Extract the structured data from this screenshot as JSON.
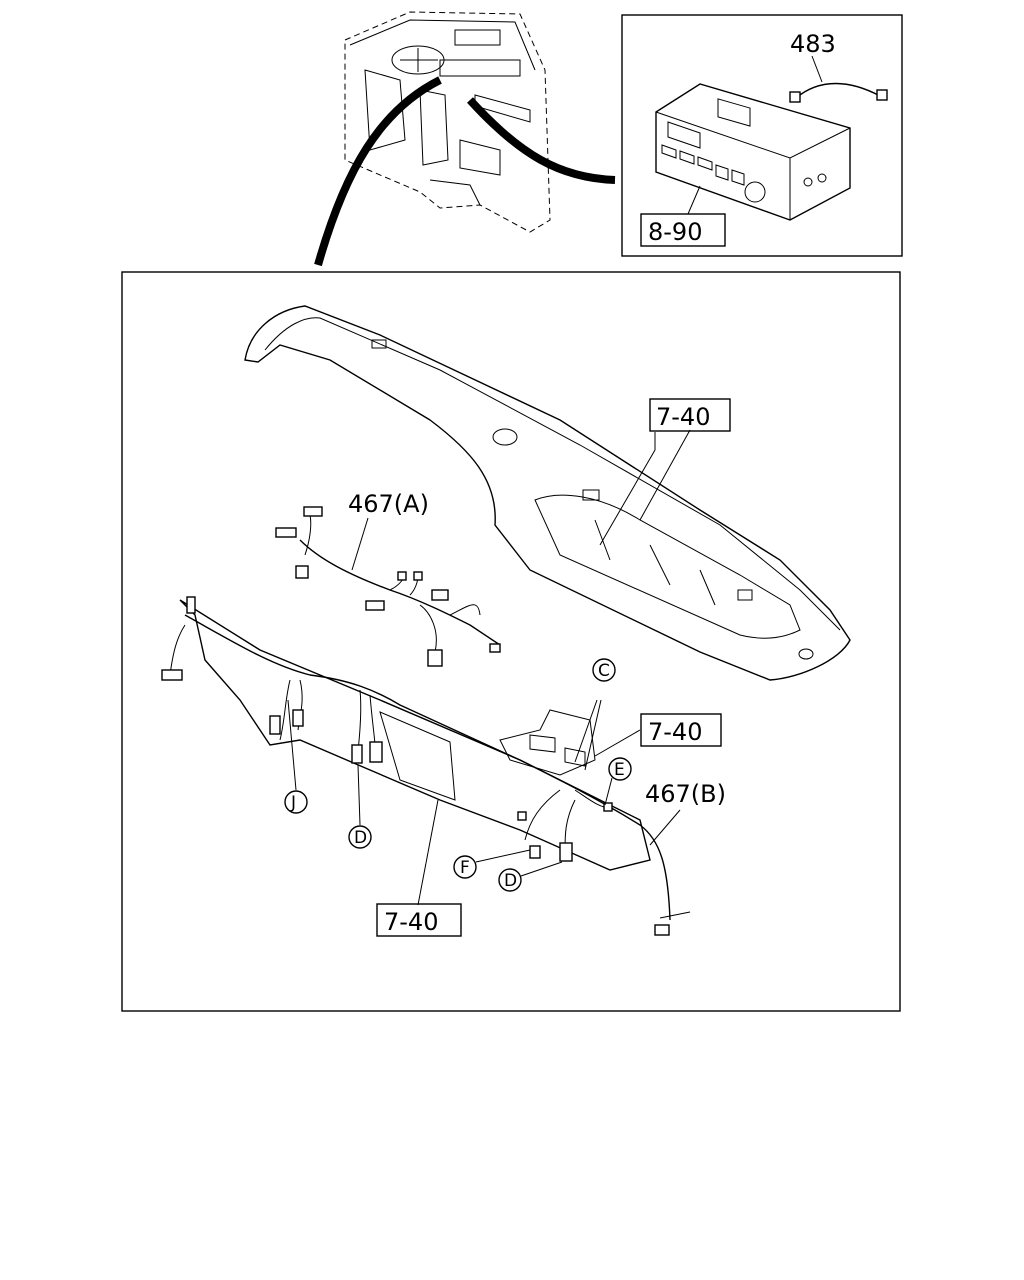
{
  "callouts": {
    "part_483": "483",
    "ref_8_90": "8-90",
    "ref_7_40_dash": "7-40",
    "part_467a": "467(A)",
    "ref_7_40_bracket": "7-40",
    "part_467b": "467(B)",
    "ref_7_40_panel": "7-40"
  },
  "connector_markers": {
    "c": "C",
    "e": "E",
    "j": "J",
    "d1": "D",
    "f": "F",
    "d2": "D"
  }
}
